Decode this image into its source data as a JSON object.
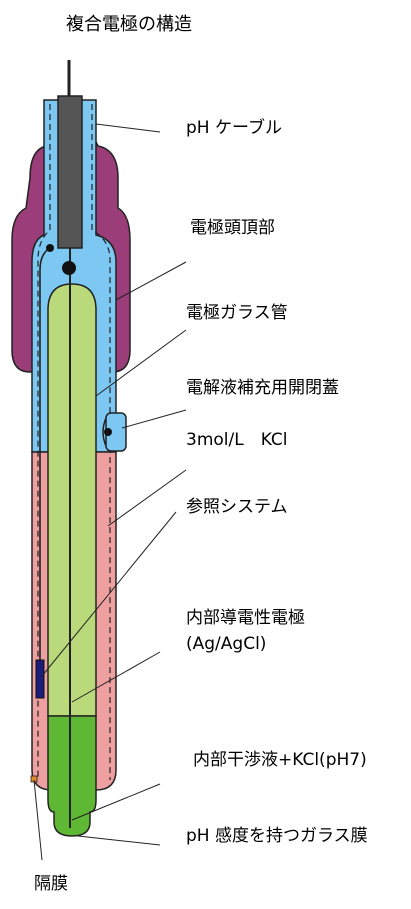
{
  "title": "複合電極の構造",
  "labels": {
    "ph_cable": "pH ケーブル",
    "electrode_head": "電極頭頂部",
    "glass_tube": "電極ガラス管",
    "refill_cap": "電解液補充用開閉蓋",
    "kcl": "3mol/L　KCl",
    "reference_system": "参照システム",
    "internal_electrode_line1": "内部導電性電極",
    "internal_electrode_line2": "(Ag/AgCl)",
    "inner_buffer": "内部干渉液+KCl(pH7)",
    "ph_glass_membrane": "pH 感度を持つガラス膜",
    "diaphragm": "隔膜"
  },
  "colors": {
    "head_cap": "#9a3d78",
    "electrolyte_top": "#7cc8f2",
    "electrolyte_bottom": "#eea0a0",
    "glass_tube": "#b9d97a",
    "inner_buffer": "#5fb834",
    "cable": "#555555",
    "internal_electrode": "#1c1c7a",
    "diaphragm": "#e08a2a"
  }
}
